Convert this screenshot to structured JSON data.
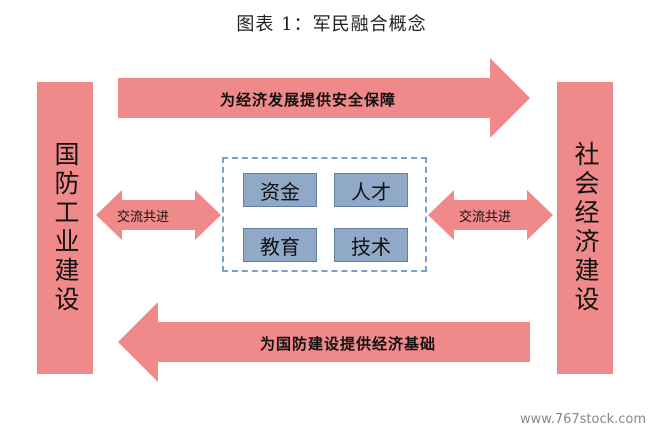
{
  "title": "图表 1：军民融合概念",
  "left_pillar": "国防工业建设",
  "right_pillar": "社会经济建设",
  "top_arrow": "为经济发展提供安全保障",
  "bottom_arrow": "为国防建设提供经济基础",
  "exchange_left": "交流共进",
  "exchange_right": "交流共进",
  "center_items": [
    "资金",
    "人才",
    "教育",
    "技术"
  ],
  "watermark": "www.767stock.com",
  "colors": {
    "arrow": "#f08a8a",
    "pillar": "#f08a8a",
    "center_cell": "#8fa9c7",
    "center_border": "#7ba0c8"
  }
}
